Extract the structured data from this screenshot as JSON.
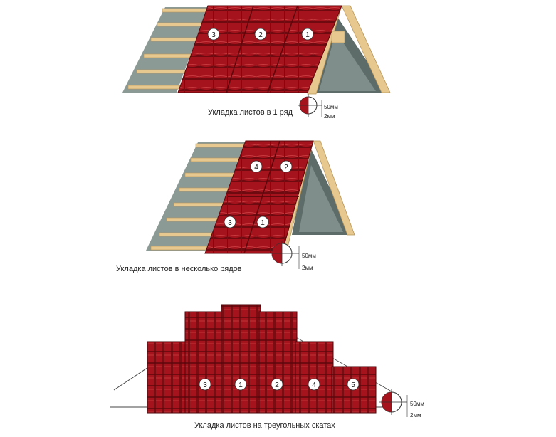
{
  "colors": {
    "sheet_red": "#a5131c",
    "sheet_dark": "#6e0a10",
    "batten_wood": "#e7c98f",
    "membrane_grey": "#8c9a96",
    "gable_grey": "#5d6c69"
  },
  "panels": [
    {
      "caption": "Укладка листов в 1 ряд",
      "overlap_label": "50мм",
      "gap_label": "2мм",
      "sheet_numbers": [
        "3",
        "2",
        "1"
      ]
    },
    {
      "caption": "Укладка листов в несколько рядов",
      "overlap_label": "50мм",
      "gap_label": "2мм",
      "sheet_numbers": [
        "4",
        "2",
        "3",
        "1"
      ]
    },
    {
      "caption": "Укладка листов на треугольных скатах",
      "overlap_label": "50мм",
      "gap_label": "2мм",
      "sheet_numbers": [
        "3",
        "1",
        "2",
        "4",
        "5"
      ]
    }
  ]
}
